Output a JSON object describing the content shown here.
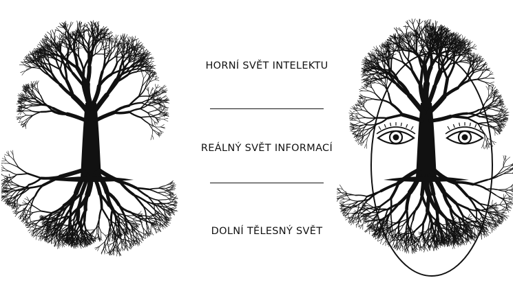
{
  "labels": {
    "top": "HORNÍ SVĚT INTELEKTU",
    "middle": "REÁLNÝ SVĚT INFORMACÍ",
    "bottom": "DOLNÍ TĚLESNÝ SVĚT"
  },
  "figures": {
    "left": {
      "icon": "tree-with-roots-icon"
    },
    "right": {
      "icon": "tree-with-roots-face-icon",
      "features": [
        "eyes-icon",
        "face-oval"
      ]
    }
  },
  "colors": {
    "ink": "#111111",
    "background": "#ffffff"
  }
}
